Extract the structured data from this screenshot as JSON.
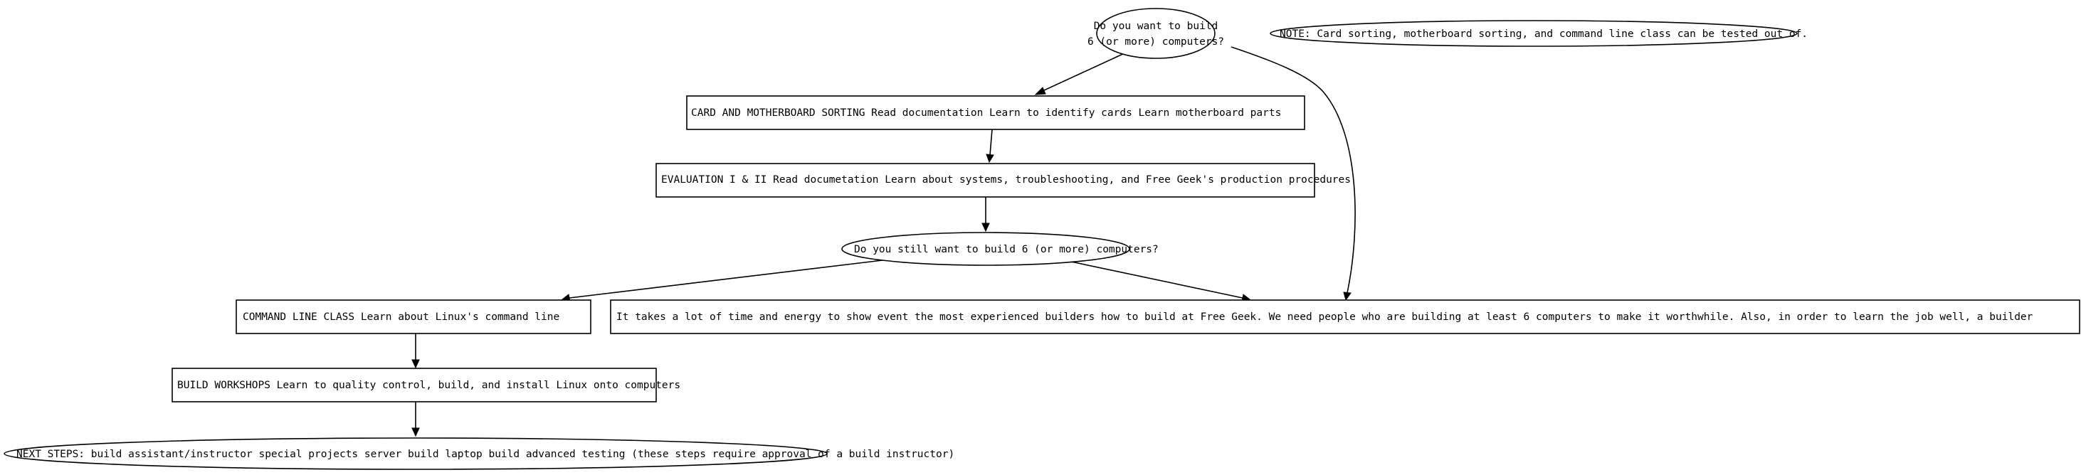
{
  "nodes": {
    "q_build_six": {
      "lines": [
        "Do you want to build",
        "6 (or more) computers?"
      ]
    },
    "note": {
      "text": "NOTE: Card sorting, motherboard sorting, and command line class can be tested out of."
    },
    "card_sorting": {
      "text": "CARD AND MOTHERBOARD SORTING Read documentation Learn to identify cards Learn motherboard parts"
    },
    "evaluation": {
      "text": "EVALUATION I & II Read documetation Learn about systems, troubleshooting, and Free Geek's production procedures"
    },
    "q_still_build": {
      "text": "Do you still want to build 6 (or more) computers?"
    },
    "command_line": {
      "text": "COMMAND LINE CLASS Learn about Linux's command line"
    },
    "explanation": {
      "text": "It takes a lot of time and energy to show event the most experienced builders how to build at Free Geek.  We need people who are building at least 6 computers to make it worthwhile.  Also, in order to learn the job well, a builder"
    },
    "build_workshops": {
      "text": "BUILD WORKSHOPS Learn to quality control, build, and install Linux onto computers"
    },
    "next_steps": {
      "text": "NEXT STEPS: build assistant/instructor special projects server build laptop build advanced testing (these steps require approval of a build instructor)"
    }
  },
  "edges": [
    {
      "from": "q_build_six",
      "to": "card_sorting"
    },
    {
      "from": "q_build_six",
      "to": "explanation"
    },
    {
      "from": "card_sorting",
      "to": "evaluation"
    },
    {
      "from": "evaluation",
      "to": "q_still_build"
    },
    {
      "from": "q_still_build",
      "to": "command_line"
    },
    {
      "from": "q_still_build",
      "to": "explanation"
    },
    {
      "from": "command_line",
      "to": "build_workshops"
    },
    {
      "from": "build_workshops",
      "to": "next_steps"
    }
  ]
}
